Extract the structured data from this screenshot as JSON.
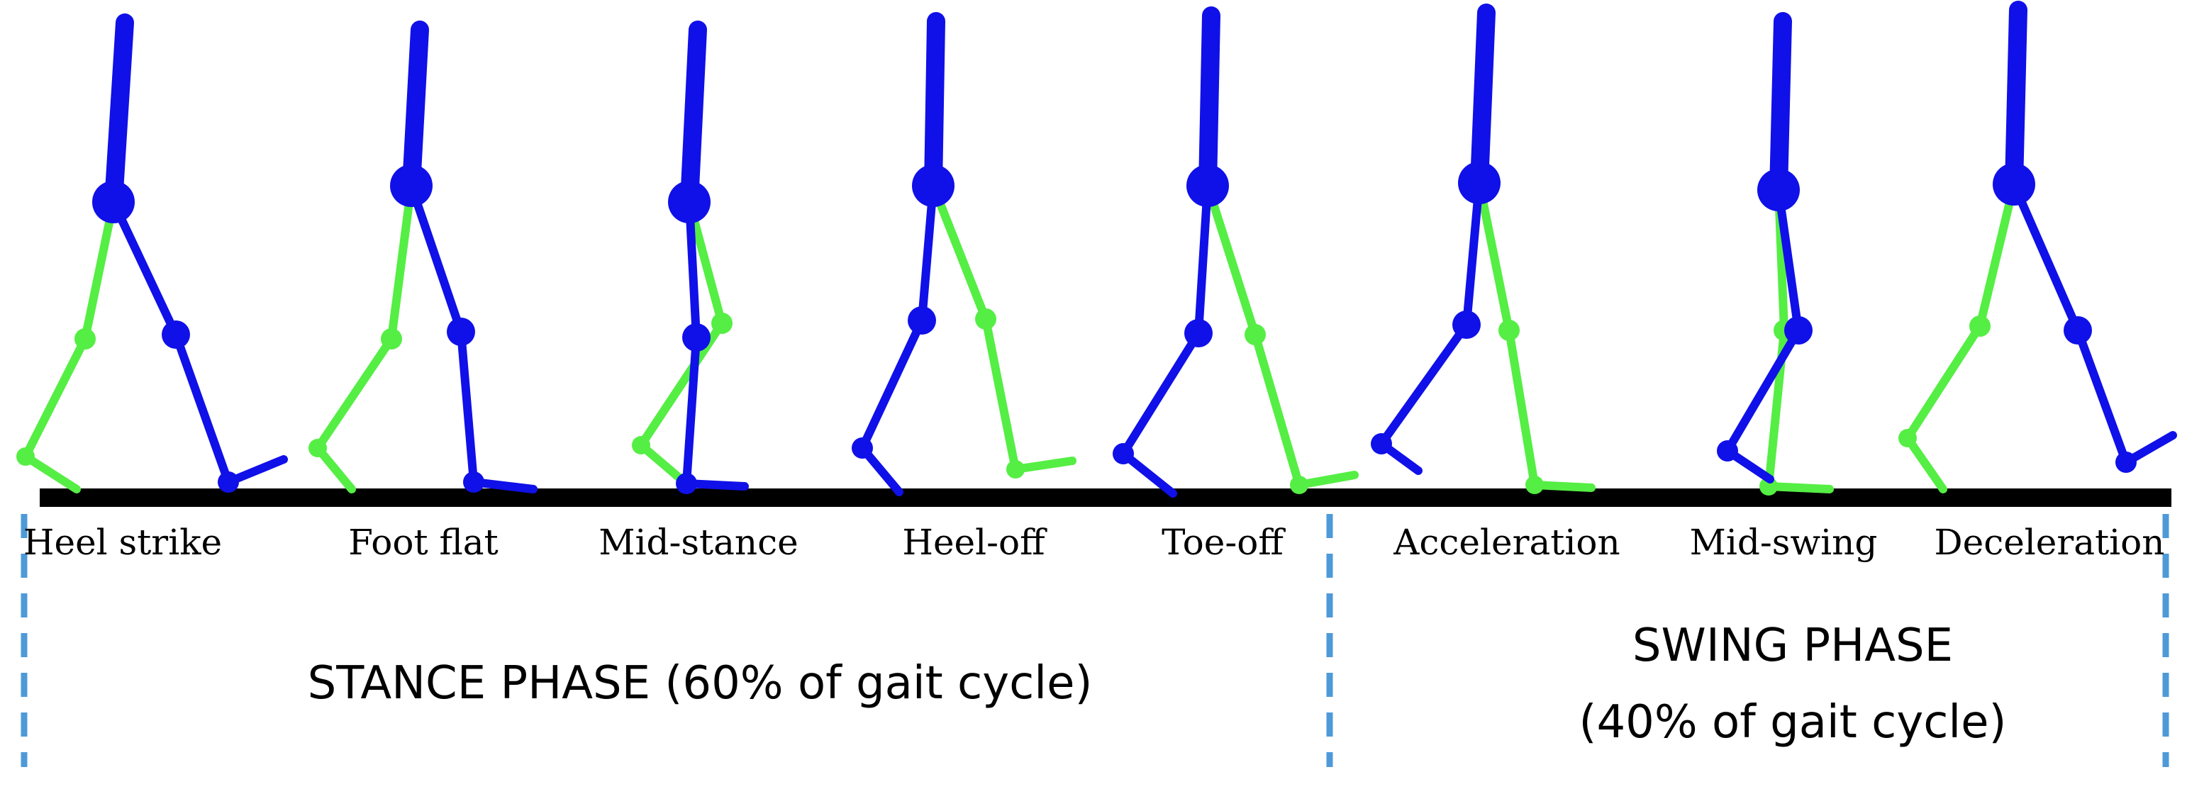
{
  "colors": {
    "stance_leg": "#1010e8",
    "swing_leg": "#55ee44",
    "trunk": "#1010e8",
    "ground": "#000000",
    "divider": "#4e9ad8",
    "text": "#000000"
  },
  "phases": [
    {
      "label": "Heel strike"
    },
    {
      "label": "Foot flat"
    },
    {
      "label": "Mid-stance"
    },
    {
      "label": "Heel-off"
    },
    {
      "label": "Toe-off"
    },
    {
      "label": "Acceleration"
    },
    {
      "label": "Mid-swing"
    },
    {
      "label": "Deceleration"
    }
  ],
  "sections": {
    "stance": {
      "line1": "STANCE PHASE (60% of gait cycle)"
    },
    "swing": {
      "line1": "SWING PHASE",
      "line2": "(40% of gait cycle)"
    }
  }
}
